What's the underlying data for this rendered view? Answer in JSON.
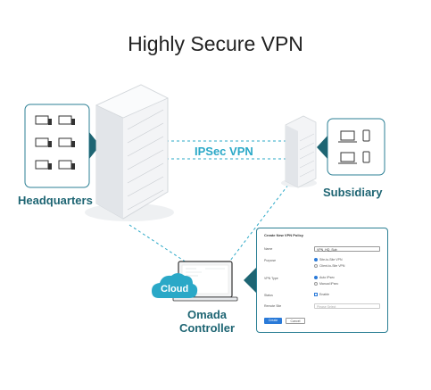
{
  "title": "Highly Secure VPN",
  "labels": {
    "headquarters": "Headquarters",
    "subsidiary": "Subsidiary",
    "ipsec": "IPSec VPN",
    "cloud": "Cloud",
    "controller_line1": "Omada",
    "controller_line2": "Controller"
  },
  "policy_form": {
    "title": "Create New VPN Policy",
    "name_label": "Name",
    "name_value": "VPN_HQ_Sub",
    "purpose_label": "Purpose",
    "purpose_options": [
      "Site-to-Site VPN",
      "Client-to-Site VPN"
    ],
    "vpn_type_label": "VPN Type",
    "vpn_type_options": [
      "Auto IPsec",
      "Manual IPsec"
    ],
    "status_label": "Status",
    "status_value": "Enable",
    "remote_site_label": "Remote Site",
    "remote_site_placeholder": "Please Select",
    "create_button": "Create",
    "cancel_button": "Cancel"
  },
  "colors": {
    "accent": "#2aa8c7",
    "dark_teal": "#1e6573",
    "button_blue": "#2a7ad8"
  }
}
